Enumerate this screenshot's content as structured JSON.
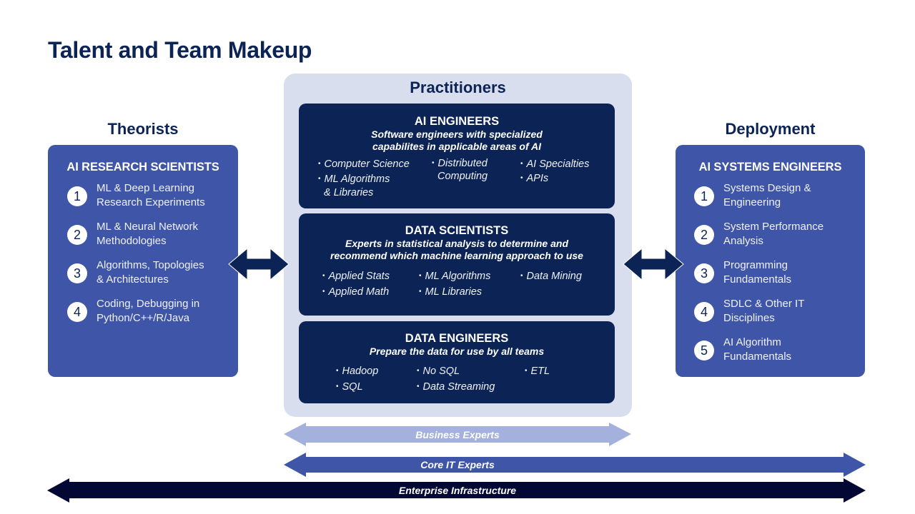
{
  "title": "Talent and Team Makeup",
  "theorists": {
    "heading": "Theorists",
    "box_title": "AI RESEARCH SCIENTISTS",
    "items": [
      {
        "num": "1",
        "line1": "ML & Deep Learning",
        "line2": "Research Experiments"
      },
      {
        "num": "2",
        "line1": "ML & Neural Network",
        "line2": "Methodologies"
      },
      {
        "num": "3",
        "line1": "Algorithms, Topologies",
        "line2": "& Architectures"
      },
      {
        "num": "4",
        "line1": "Coding, Debugging in",
        "line2": "Python/C++/R/Java"
      }
    ]
  },
  "practitioners": {
    "heading": "Practitioners",
    "ai_engineers": {
      "title": "AI ENGINEERS",
      "desc1": "Software engineers with specialized",
      "desc2": "capabilites in applicable areas of AI",
      "col1": [
        "Computer Science",
        "ML Algorithms",
        "& Libraries"
      ],
      "col2": [
        "Distributed",
        "Computing"
      ],
      "col3": [
        "AI Specialties",
        "APIs"
      ]
    },
    "data_scientists": {
      "title": "DATA SCIENTISTS",
      "desc1": "Experts in statistical analysis to determine and",
      "desc2": "recommend which machine learning approach to use",
      "col1": [
        "Applied Stats",
        "Applied Math"
      ],
      "col2": [
        "ML Algorithms",
        "ML Libraries"
      ],
      "col3": [
        "Data Mining"
      ]
    },
    "data_engineers": {
      "title": "DATA ENGINEERS",
      "desc1": "Prepare the data for use by all teams",
      "col1": [
        "Hadoop",
        "SQL"
      ],
      "col2": [
        "No SQL",
        "Data Streaming"
      ],
      "col3": [
        "ETL"
      ]
    }
  },
  "deployment": {
    "heading": "Deployment",
    "box_title": "AI SYSTEMS ENGINEERS",
    "items": [
      {
        "num": "1",
        "line1": "Systems Design &",
        "line2": "Engineering"
      },
      {
        "num": "2",
        "line1": "System Performance",
        "line2": "Analysis"
      },
      {
        "num": "3",
        "line1": "Programming",
        "line2": "Fundamentals"
      },
      {
        "num": "4",
        "line1": "SDLC & Other IT",
        "line2": "Disciplines"
      },
      {
        "num": "5",
        "line1": "AI Algorithm",
        "line2": "Fundamentals"
      }
    ]
  },
  "bars": {
    "business": "Business Experts",
    "core_it": "Core IT Experts",
    "enterprise": "Enterprise Infrastructure"
  },
  "colors": {
    "navy": "#0b2355",
    "medium_blue": "#3f56a8",
    "light_blue": "#a3b1dc",
    "panel_bg": "#d9deef",
    "enterprise": "#020733"
  }
}
